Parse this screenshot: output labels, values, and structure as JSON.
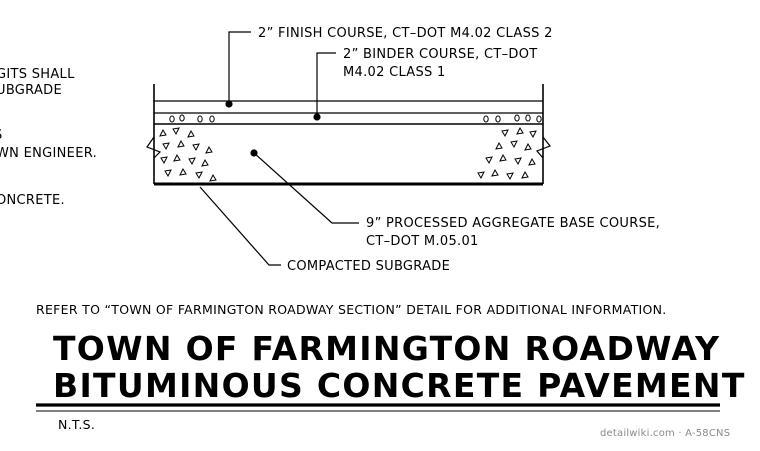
{
  "left_notes": [
    "GITS SHALL",
    "UBGRADE",
    "S",
    "WN ENGINEER.",
    "ONCRETE."
  ],
  "callouts": {
    "finish_course": "2” FINISH COURSE, CT–DOT M4.02 CLASS 2",
    "binder_course_1": "2” BINDER COURSE, CT–DOT",
    "binder_course_2": "M4.02 CLASS 1",
    "base_course_1": "9” PROCESSED AGGREGATE BASE COURSE,",
    "base_course_2": "CT–DOT M.05.01",
    "subgrade": "COMPACTED SUBGRADE"
  },
  "reference_note": "REFER TO “TOWN OF FARMINGTON ROADWAY SECTION” DETAIL FOR ADDITIONAL INFORMATION.",
  "title_line_1": "TOWN OF FARMINGTON ROADWAY",
  "title_line_2": "BITUMINOUS CONCRETE PAVEMENT",
  "scale_note": "N.T.S.",
  "watermark": "detailwiki.com · A-58CNS"
}
